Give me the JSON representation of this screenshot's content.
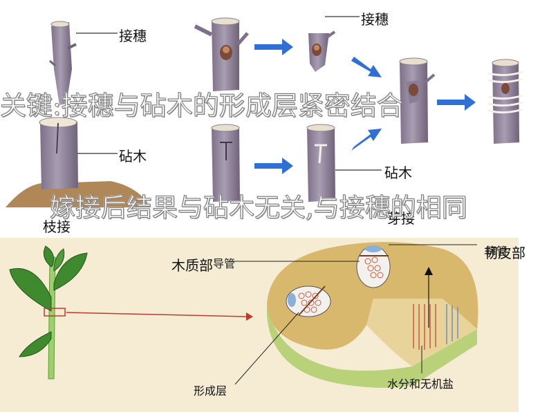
{
  "top_panel": {
    "scion_label_left": "接穗",
    "rootstock_label_left": "砧木",
    "branch_graft_caption": "枝接",
    "scion_label_right": "接穗",
    "rootstock_label_right": "砧木",
    "bud_graft_caption": "芽接"
  },
  "overlays": {
    "key_point": "关键:接穗与砧木的形成层紧密结合",
    "result_note": "嫁接后结果与砧木无关,与接穗的相同"
  },
  "bottom_panel": {
    "xylem_label": "木质部",
    "vessel_label": "导管",
    "phloem_label": "韧皮部",
    "sieve_tube_label": "筛管",
    "cambium_label": "形成层",
    "water_minerals_label": "水分和无机盐"
  },
  "colors": {
    "bark": "#9a8ea3",
    "arrow_blue": "#2f6fd6",
    "stem_top": "#d8b86c",
    "stem_side": "#b9d27a",
    "bottom_bg": "#f6ecd4"
  }
}
